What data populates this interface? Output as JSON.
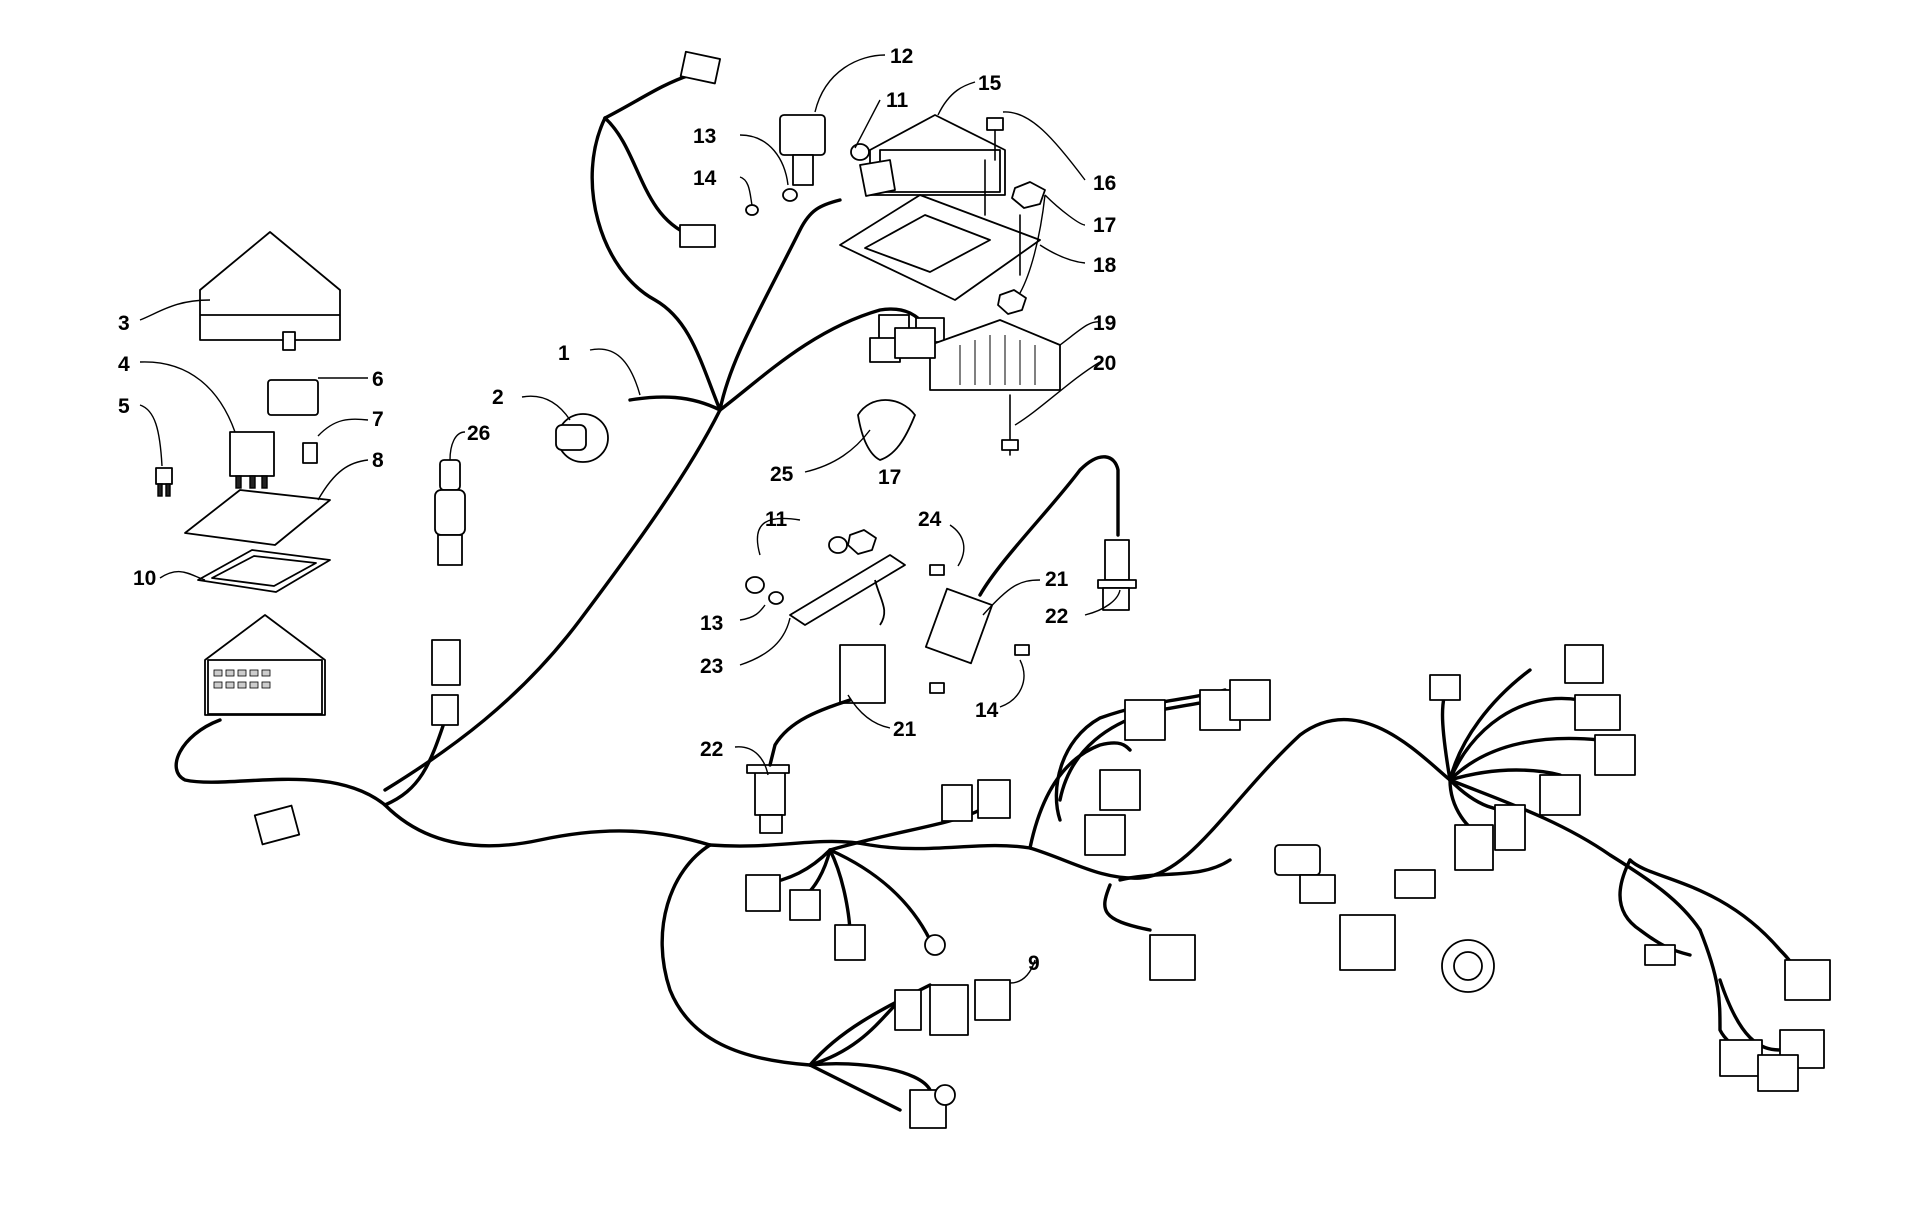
{
  "callouts": [
    {
      "id": "c1",
      "label": "1"
    },
    {
      "id": "c2",
      "label": "2"
    },
    {
      "id": "c3",
      "label": "3"
    },
    {
      "id": "c4",
      "label": "4"
    },
    {
      "id": "c5",
      "label": "5"
    },
    {
      "id": "c6",
      "label": "6"
    },
    {
      "id": "c7",
      "label": "7"
    },
    {
      "id": "c8",
      "label": "8"
    },
    {
      "id": "c9",
      "label": "9"
    },
    {
      "id": "c10",
      "label": "10"
    },
    {
      "id": "c11a",
      "label": "11"
    },
    {
      "id": "c11b",
      "label": "11"
    },
    {
      "id": "c12",
      "label": "12"
    },
    {
      "id": "c13a",
      "label": "13"
    },
    {
      "id": "c13b",
      "label": "13"
    },
    {
      "id": "c14a",
      "label": "14"
    },
    {
      "id": "c14b",
      "label": "14"
    },
    {
      "id": "c15",
      "label": "15"
    },
    {
      "id": "c16",
      "label": "16"
    },
    {
      "id": "c17a",
      "label": "17"
    },
    {
      "id": "c17b",
      "label": "17"
    },
    {
      "id": "c18",
      "label": "18"
    },
    {
      "id": "c19",
      "label": "19"
    },
    {
      "id": "c20",
      "label": "20"
    },
    {
      "id": "c21a",
      "label": "21"
    },
    {
      "id": "c21b",
      "label": "21"
    },
    {
      "id": "c22a",
      "label": "22"
    },
    {
      "id": "c22b",
      "label": "22"
    },
    {
      "id": "c23",
      "label": "23"
    },
    {
      "id": "c24",
      "label": "24"
    },
    {
      "id": "c25",
      "label": "25"
    },
    {
      "id": "c26",
      "label": "26"
    }
  ]
}
